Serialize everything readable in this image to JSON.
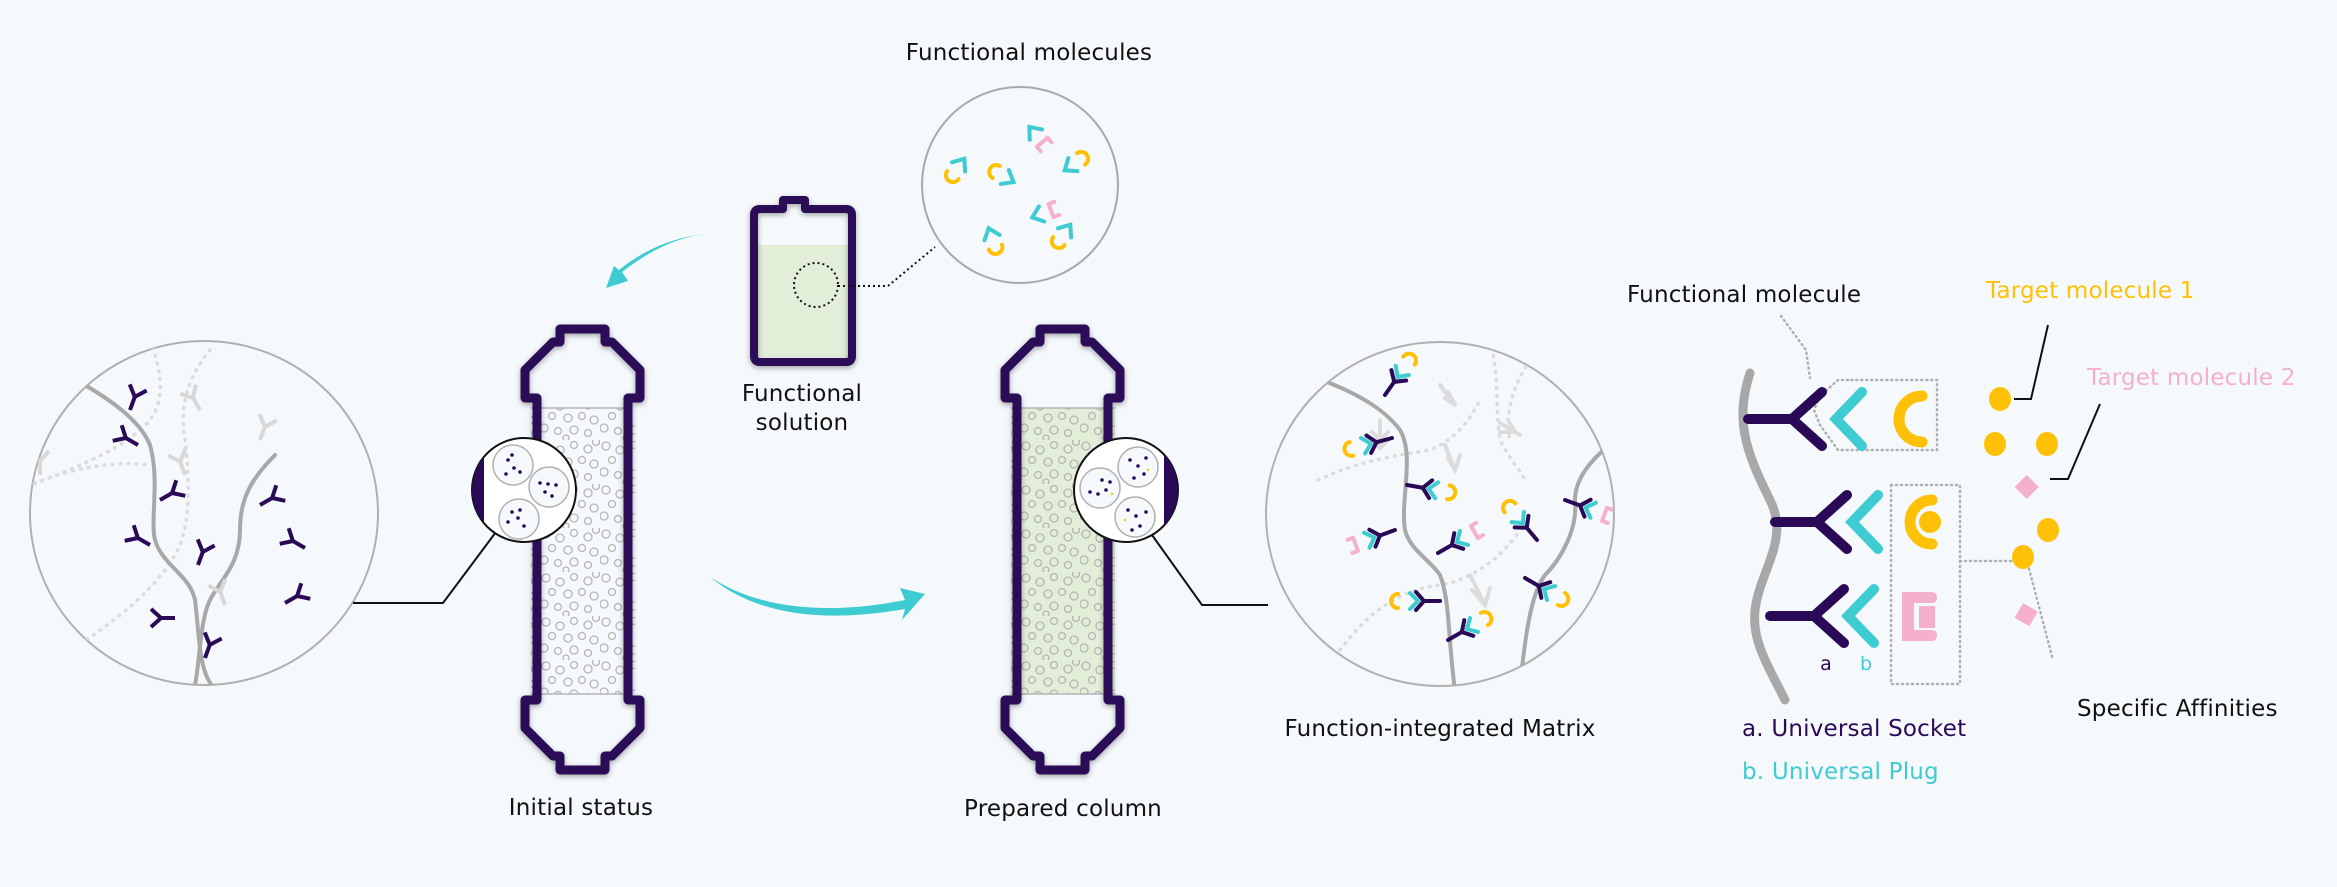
{
  "labels": {
    "functional_molecules": "Functional molecules",
    "functional_solution_line1": "Functional",
    "functional_solution_line2": "solution",
    "initial_status": "Initial status",
    "prepared_column": "Prepared column",
    "function_integrated_matrix": "Function-integrated Matrix",
    "functional_molecule": "Functional molecule",
    "target_molecule_1": "Target molecule 1",
    "target_molecule_2": "Target molecule 2",
    "specific_affinities": "Specific Affinities",
    "legend_a": "a. Universal Socket",
    "legend_b": "b. Universal Plug",
    "marker_a": "a",
    "marker_b": "b"
  },
  "colors": {
    "background": "#f5f9fc",
    "column_outline": "#2a0a57",
    "socket_purple": "#2a0a57",
    "plug_teal": "#3ecbd2",
    "target1_yellow": "#ffc107",
    "target2_pink": "#f4b0cc",
    "matrix_gray": "#a8a8a8",
    "faded_gray": "#dddddd",
    "solution_green": "#e2eed8",
    "text": "#111111"
  },
  "steps": [
    {
      "id": "initial",
      "label": "Initial status",
      "packed_fill": "none"
    },
    {
      "id": "prepared",
      "label": "Prepared column",
      "packed_fill": "solution_green"
    }
  ]
}
